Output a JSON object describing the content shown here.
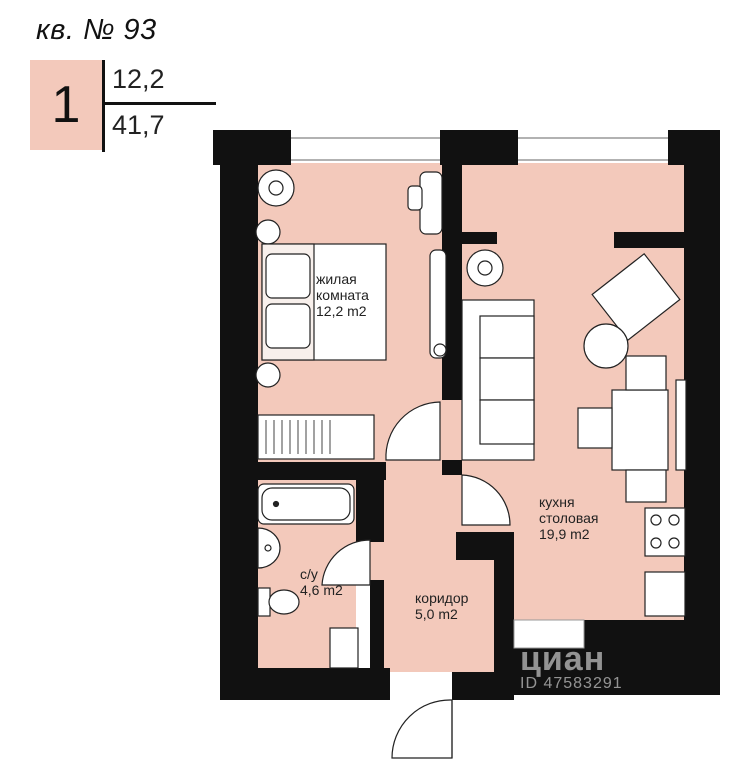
{
  "header": {
    "apartment_label": "кв. № 93",
    "rooms_count": "1",
    "living_area": "12,2",
    "total_area": "41,7"
  },
  "rooms": {
    "living": {
      "name_line1": "жилая",
      "name_line2": "комната",
      "area": "12,2 m2"
    },
    "kitchen": {
      "name_line1": "кухня",
      "name_line2": "столовая",
      "area": "19,9 m2"
    },
    "bathroom": {
      "name": "с/у",
      "area": "4,6 m2"
    },
    "corridor": {
      "name": "коридор",
      "area": "5,0 m2"
    }
  },
  "watermark": {
    "brand": "циан",
    "id": "ID 47583291"
  },
  "colors": {
    "floor": "#f3c9bb",
    "wall": "#111111",
    "furniture": "#ffffff"
  }
}
